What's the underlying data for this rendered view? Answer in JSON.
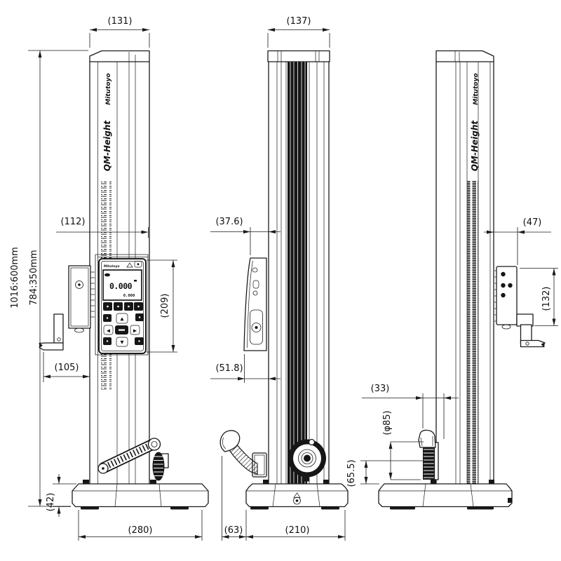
{
  "drawing": {
    "brand": "Mitutoyo",
    "model": "QM-Height",
    "display": {
      "brand": "Mitutoyo",
      "value": "0.000",
      "value_small": "0.000"
    },
    "icons": {
      "up": "▲",
      "down": "▼",
      "left": "◀",
      "right": "▶"
    },
    "dims": {
      "front_top_width": "(131)",
      "front_height_model600": "1016:600mm",
      "front_height_model350": "784:350mm",
      "front_panel_offset": "(112)",
      "front_panel_height": "(209)",
      "front_probe_reach": "(105)",
      "front_base_height": "(42)",
      "front_base_width": "(280)",
      "side_top_depth": "(137)",
      "side_panel_top_offset": "(37.6)",
      "side_panel_bottom_offset": "(51.8)",
      "side_handle_overhang": "(63)",
      "side_base_depth": "(210)",
      "back_slider_offset": "(47)",
      "back_slider_height": "(132)",
      "back_handle_offset": "(33)",
      "back_wheel_diameter": "(φ85)",
      "back_handle_center_height": "(65.5)"
    }
  }
}
